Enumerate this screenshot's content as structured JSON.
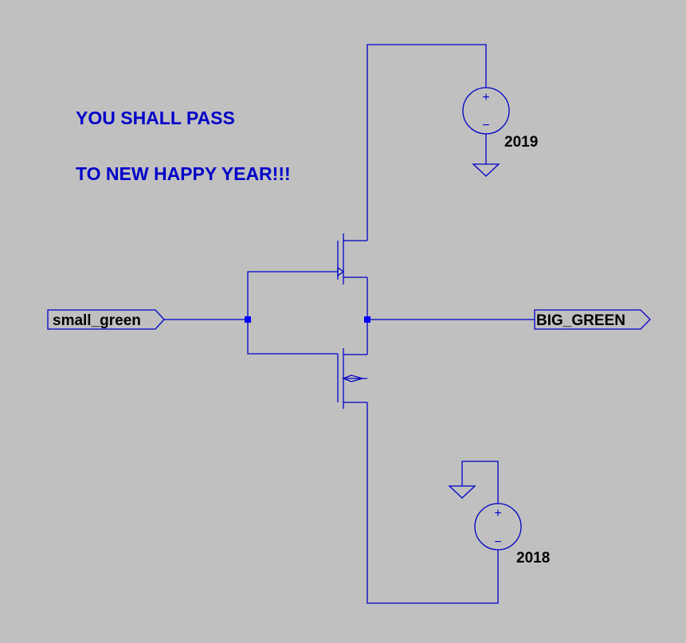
{
  "comments": [
    "YOU SHALL PASS",
    "TO NEW HAPPY YEAR!!!"
  ],
  "ports": {
    "input": "small_green",
    "output": "BIG_GREEN"
  },
  "sources": {
    "top": {
      "value": "2019",
      "plus": "+",
      "minus": "−"
    },
    "bottom": {
      "value": "2018",
      "plus": "+",
      "minus": "−"
    }
  },
  "colors": {
    "background": "#c0c0c0",
    "wire": "#0000c8",
    "junction": "#0000ff",
    "comment": "#0000c8"
  }
}
